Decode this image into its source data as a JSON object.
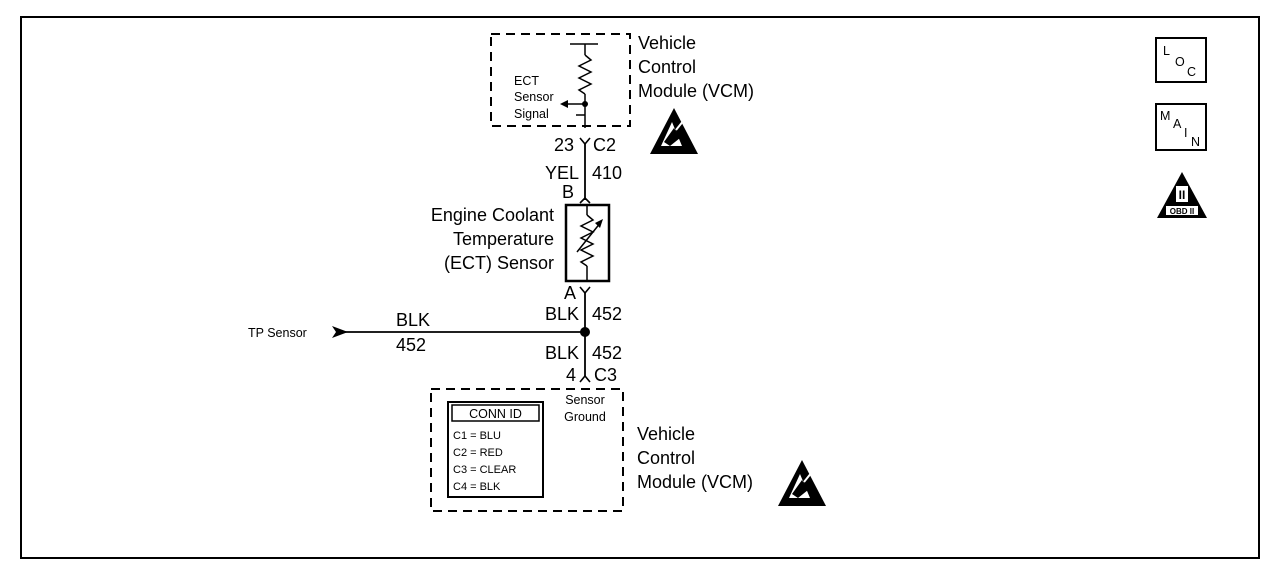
{
  "vcm_top": {
    "title_lines": [
      "Vehicle",
      "Control",
      "Module (VCM)"
    ],
    "signal_lines": [
      "ECT",
      "Sensor",
      "Signal"
    ]
  },
  "connector_c2": {
    "pin": "23",
    "name": "C2"
  },
  "wire_upper": {
    "color": "YEL",
    "circuit": "410"
  },
  "sensor": {
    "pin_top": "B",
    "pin_bottom": "A",
    "name_lines": [
      "Engine Coolant",
      "Temperature",
      "(ECT) Sensor"
    ]
  },
  "wire_mid": {
    "color": "BLK",
    "circuit": "452"
  },
  "tp_branch": {
    "label": "TP Sensor",
    "color": "BLK",
    "circuit": "452"
  },
  "wire_lower": {
    "color": "BLK",
    "circuit": "452"
  },
  "connector_c3": {
    "pin": "4",
    "name": "C3"
  },
  "vcm_bottom": {
    "ground_lines": [
      "Sensor",
      "Ground"
    ],
    "title_lines": [
      "Vehicle",
      "Control",
      "Module (VCM)"
    ]
  },
  "conn_id": {
    "header": "CONN ID",
    "rows": [
      "C1 = BLU",
      "C2 = RED",
      "C3 = CLEAR",
      "C4 = BLK"
    ]
  },
  "icons": {
    "loc": [
      "L",
      "O",
      "C"
    ],
    "main": [
      "M",
      "A",
      "I",
      "N"
    ],
    "obd": [
      "II",
      "OBD II"
    ]
  }
}
